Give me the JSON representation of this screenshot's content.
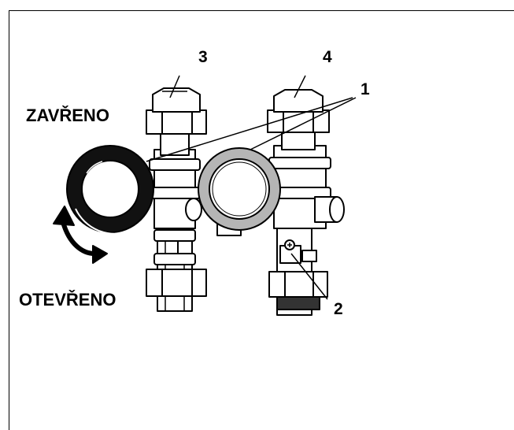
{
  "labels": {
    "closed": "ZAVŘENO",
    "open": "OTEVŘENO"
  },
  "callouts": [
    "1",
    "2",
    "3",
    "4"
  ],
  "colors": {
    "line": "#000000",
    "fill": "#ffffff",
    "ring_gray": "#b5b5b5",
    "ring_black": "#111111"
  }
}
